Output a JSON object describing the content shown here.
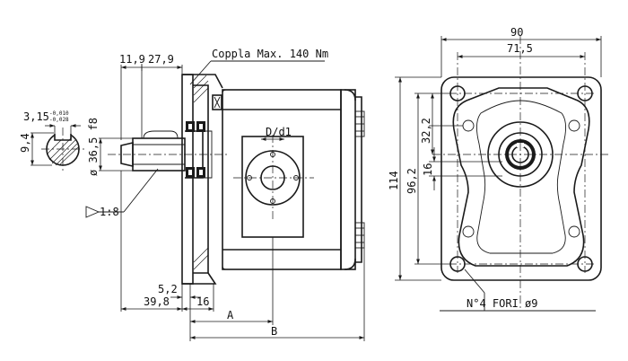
{
  "labels": {
    "coppla": "Coppla Max. 140 Nm",
    "dim_11_9": "11,9",
    "dim_27_9": "27,9",
    "dim_3_15": "3,15",
    "tol_upper": "-0,010",
    "tol_lower": "-0,028",
    "dim_9_4": "9,4",
    "dim_shaft": "ø 36,5 f8",
    "taper": "1:8",
    "port": "D/d1",
    "dim_5_2": "5,2",
    "dim_39_8": "39,8",
    "dim_16_left": "16",
    "dim_A": "A",
    "dim_B": "B",
    "dim_90": "90",
    "dim_71_5": "71,5",
    "dim_114": "114",
    "dim_96_2": "96,2",
    "dim_32_2": "32,2",
    "dim_16_right": "16",
    "holes": "N°4 FORI ø9"
  }
}
